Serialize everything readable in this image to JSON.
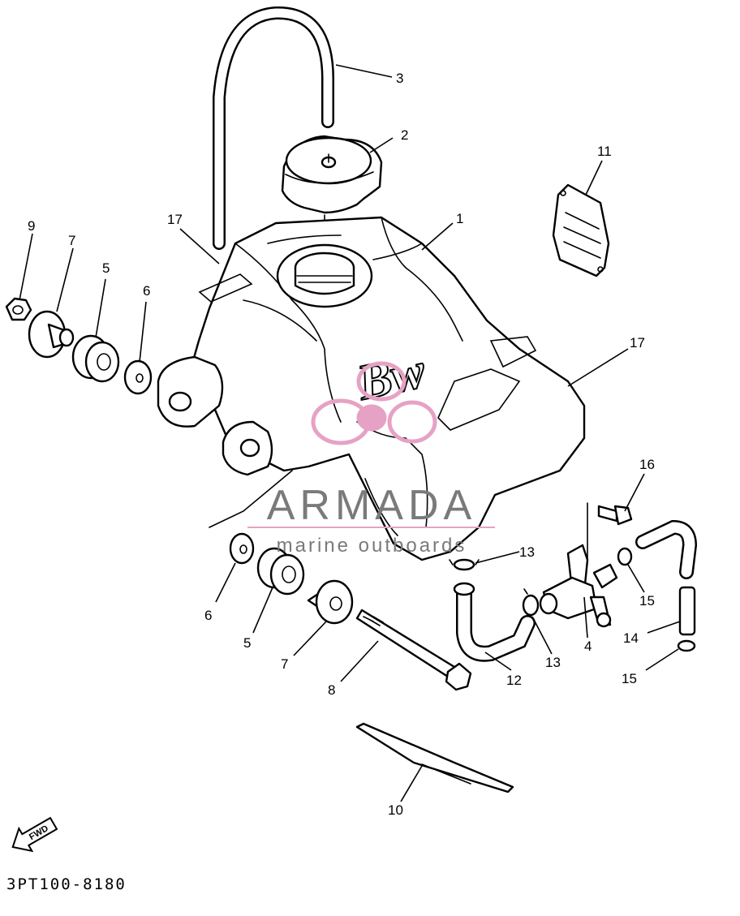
{
  "diagram_code": "3PT100-8180",
  "fwd_label": "FWD",
  "tank_logo": "Bw",
  "watermark": {
    "brand": "ARMADA",
    "tagline": "marine outboards",
    "brand_color": "#7a7a7a",
    "accent_color": "#e6a2c4"
  },
  "callouts": [
    "1",
    "2",
    "3",
    "4",
    "5",
    "5",
    "6",
    "6",
    "7",
    "7",
    "8",
    "9",
    "10",
    "11",
    "12",
    "13",
    "13",
    "14",
    "15",
    "15",
    "16",
    "17",
    "17"
  ]
}
